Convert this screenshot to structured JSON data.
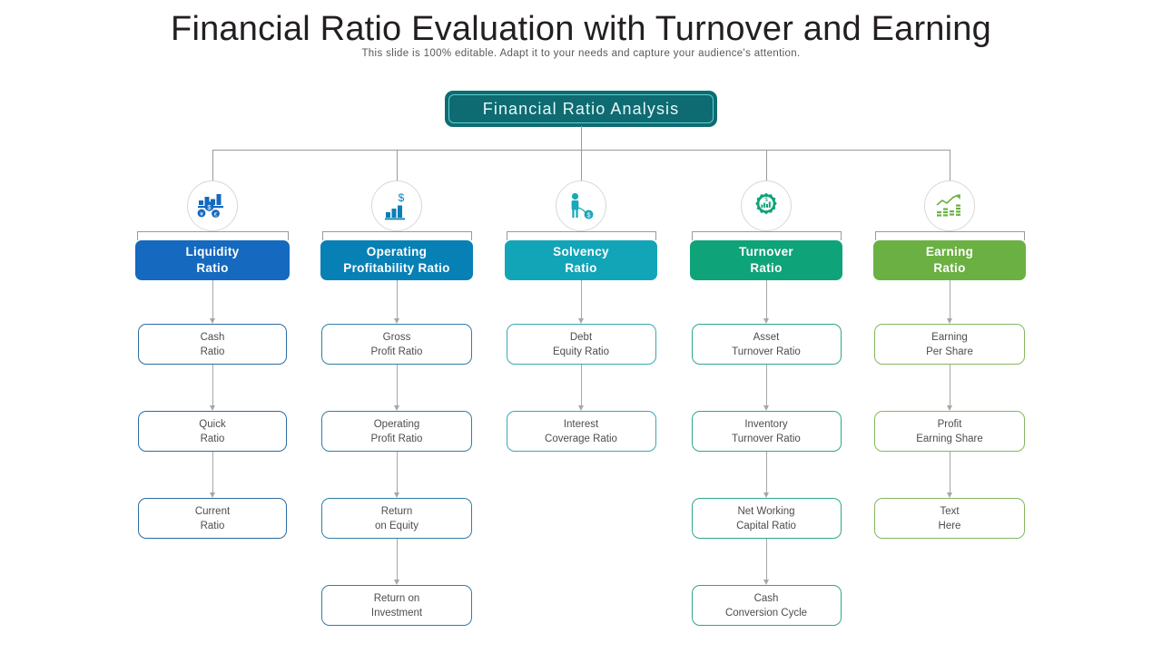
{
  "slide": {
    "title": "Financial Ratio Evaluation with Turnover and Earning",
    "subtitle": "This slide is 100% editable. Adapt it to your needs and capture your audience's attention.",
    "root_label": "Financial Ratio Analysis"
  },
  "colors": {
    "root": "#0e6b72",
    "root_inner_border": "#5fd0cf",
    "connector": "#9a9a9a",
    "arrow": "#a7a7a7",
    "text_dark": "#231f20",
    "text_sub": "#58595b",
    "box_text": "#4d4d4f"
  },
  "columns": [
    {
      "id": "liquidity",
      "header": {
        "line1": "Liquidity",
        "line2": "Ratio"
      },
      "color": "#1569be",
      "border": "#2b6ca3",
      "icon": "bar-chart-coins-icon",
      "icon_color": "#1569be",
      "items": [
        {
          "line1": "Cash",
          "line2": "Ratio"
        },
        {
          "line1": "Quick",
          "line2": "Ratio"
        },
        {
          "line1": "Current",
          "line2": "Ratio"
        }
      ]
    },
    {
      "id": "operating-profitability",
      "header": {
        "line1": "Operating",
        "line2": "Profitability  Ratio"
      },
      "color": "#0780b5",
      "border": "#2e7fa6",
      "icon": "growing-bars-dollar-icon",
      "icon_color": "#0780b5",
      "items": [
        {
          "line1": "Gross",
          "line2": "Profit Ratio"
        },
        {
          "line1": "Operating",
          "line2": "Profit Ratio"
        },
        {
          "line1": "Return",
          "line2": "on Equity"
        },
        {
          "line1": "Return on",
          "line2": "Investment"
        }
      ]
    },
    {
      "id": "solvency",
      "header": {
        "line1": "Solvency",
        "line2": "Ratio"
      },
      "color": "#12a5b8",
      "border": "#3aa7b4",
      "icon": "person-pulling-money-icon",
      "icon_color": "#19a8bb",
      "items": [
        {
          "line1": "Debt",
          "line2": "Equity Ratio"
        },
        {
          "line1": "Interest",
          "line2": "Coverage  Ratio"
        }
      ]
    },
    {
      "id": "turnover",
      "header": {
        "line1": "Turnover",
        "line2": "Ratio"
      },
      "color": "#0fa37a",
      "border": "#2fa78a",
      "icon": "gear-chart-icon",
      "icon_color": "#0fa37a",
      "items": [
        {
          "line1": "Asset",
          "line2": "Turnover  Ratio"
        },
        {
          "line1": "Inventory",
          "line2": "Turnover  Ratio"
        },
        {
          "line1": "Net Working",
          "line2": "Capital Ratio"
        },
        {
          "line1": "Cash",
          "line2": "Conversion  Cycle"
        }
      ]
    },
    {
      "id": "earning",
      "header": {
        "line1": "Earning",
        "line2": "Ratio"
      },
      "color": "#6bb043",
      "border": "#86b662",
      "icon": "bar-chart-uptrend-icon",
      "icon_color": "#6bb043",
      "items": [
        {
          "line1": "Earning",
          "line2": "Per Share"
        },
        {
          "line1": "Profit",
          "line2": "Earning Share"
        },
        {
          "line1": "Text",
          "line2": "Here"
        }
      ]
    }
  ]
}
